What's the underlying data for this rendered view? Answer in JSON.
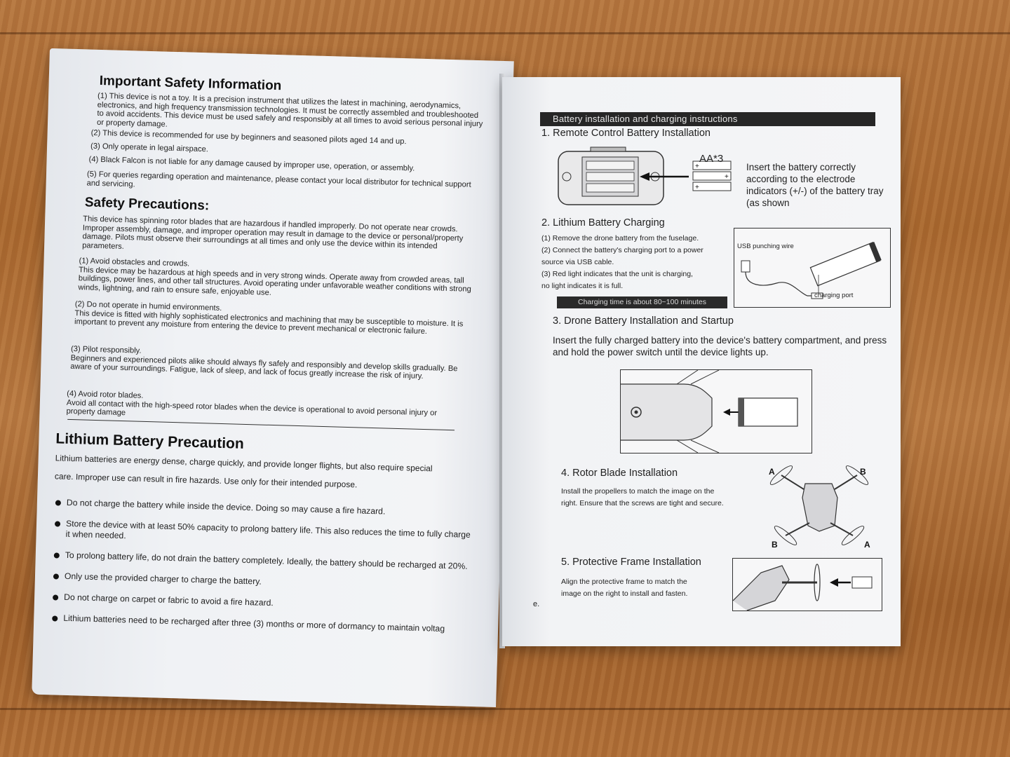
{
  "left_page": {
    "important_safety": {
      "title": "Important Safety Information",
      "items": [
        "(1) This device is not a toy. It is a precision instrument that utilizes the latest in machining, aerodynamics, electronics, and high frequency transmission technologies. It must be correctly assembled and troubleshooted to avoid accidents. This device must be used safely and responsibly at all times to avoid serious personal injury or property damage.",
        "(2) This device is recommended for use by beginners and seasoned pilots aged 14 and up.",
        "(3) Only operate in legal airspace.",
        "(4) Black Falcon is not liable for any damage caused by improper use, operation, or assembly.",
        "(5) For queries regarding operation and maintenance, please contact your local distributor for technical support and servicing."
      ]
    },
    "safety_precautions": {
      "title": "Safety Precautions:",
      "intro": "This device has spinning rotor blades that are hazardous if handled improperly. Do not operate near crowds. Improper assembly, damage, and improper operation may result in damage to the device or personal/property damage. Pilots must observe their surroundings at all times and only use the device within its intended parameters.",
      "items": [
        {
          "title": "(1) Avoid obstacles and crowds.",
          "body": "This device may be hazardous at high speeds and in very strong winds. Operate away from crowded areas, tall buildings, power lines, and other tall structures. Avoid operating under unfavorable weather conditions with strong winds, lightning, and rain to ensure safe, enjoyable use."
        },
        {
          "title": "(2) Do not operate in humid environments.",
          "body": "This device is fitted with highly sophisticated electronics and machining that may be susceptible to moisture. It is important to prevent any moisture from entering the device to prevent mechanical or electronic failure."
        },
        {
          "title": "(3) Pilot responsibly.",
          "body": "Beginners and experienced pilots alike should always fly safely and responsibly and develop skills gradually. Be aware of your surroundings. Fatigue, lack of sleep, and lack of focus greatly increase the risk of injury."
        },
        {
          "title": "(4) Avoid rotor blades.",
          "body": "Avoid all contact with the high-speed rotor blades when the device is operational to avoid personal injury or property damage"
        }
      ]
    },
    "lithium": {
      "title": "Lithium Battery Precaution",
      "intro_line1": "Lithium batteries are energy dense, charge quickly, and provide longer flights, but also require special",
      "intro_line2": "care. Improper use can result in fire hazards. Use only for their intended purpose.",
      "bullets": [
        "Do not charge the battery while inside the device. Doing so may cause a fire hazard.",
        "Store the device with at least 50% capacity to prolong battery life. This also reduces the time to fully charge it when needed.",
        "To prolong battery life, do not drain the battery completely. Ideally, the battery should be recharged at 20%.",
        "Only use the provided charger to charge the battery.",
        "Do not charge on carpet or fabric to avoid a fire hazard.",
        "Lithium batteries need to be recharged after three (3) months or more of dormancy to maintain voltag"
      ]
    }
  },
  "right_page": {
    "banner": "Battery installation and charging instructions",
    "section1": {
      "title": "1. Remote Control Battery Installation",
      "aa_label": "AA*3",
      "text": "Insert the battery correctly according to the electrode indicators (+/-) of the battery tray (as shown"
    },
    "section2": {
      "title": "2. Lithium Battery Charging",
      "steps": [
        "(1) Remove the drone battery from the fuselage.",
        "(2) Connect the battery's charging port to a power",
        "source via USB cable.",
        "(3) Red light indicates that the unit is charging,",
        "no light indicates it is full."
      ],
      "charging_time": "Charging time is about 80~100 minutes",
      "usb_label": "USB punching wire",
      "port_label": "charging port"
    },
    "section3": {
      "title": "3. Drone Battery Installation and Startup",
      "text": "Insert the fully charged battery into the device's battery compartment, and press and hold the power switch until the device lights up."
    },
    "section4": {
      "title": "4. Rotor Blade Installation",
      "text": "Install the propellers to match the image on the right. Ensure that the screws are tight and secure.",
      "labels": {
        "a": "A",
        "b": "B"
      }
    },
    "section5": {
      "title": "5. Protective Frame Installation",
      "text": "Align the protective frame to match the image on the right to install and fasten."
    },
    "page_number": "e."
  }
}
